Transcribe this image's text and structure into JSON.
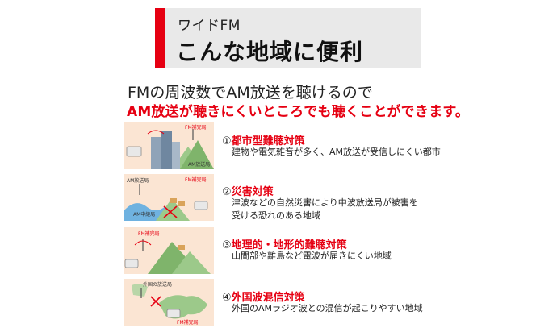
{
  "header": {
    "subtitle": "ワイドFM",
    "title": "こんな地域に便利"
  },
  "intro": {
    "line1": "FMの周波数でAM放送を聴けるので",
    "line2": "AM放送が聴きにくいところでも聴くことができます。"
  },
  "accent_color": "#e60012",
  "items": [
    {
      "num": "①",
      "title": "都市型難聴対策",
      "desc": [
        "建物や電気雑音が多く、AM放送が受信しにくい都市"
      ],
      "illustration_labels": [
        "FM補完局",
        "AM放送局"
      ]
    },
    {
      "num": "②",
      "title": "災害対策",
      "desc": [
        "津波などの自然災害により中波放送局が被害を",
        "受ける恐れのある地域"
      ],
      "illustration_labels": [
        "AM放送局",
        "FM補完局",
        "AM中継局"
      ]
    },
    {
      "num": "③",
      "title": "地理的・地形的難聴対策",
      "desc": [
        "山間部や離島など電波が届きにくい地域"
      ],
      "illustration_labels": [
        "FM補完局"
      ]
    },
    {
      "num": "④",
      "title": "外国波混信対策",
      "desc": [
        "外国のAMラジオ波との混信が起こりやすい地域"
      ],
      "illustration_labels": [
        "外国の放送局",
        "FM補完局"
      ]
    }
  ]
}
